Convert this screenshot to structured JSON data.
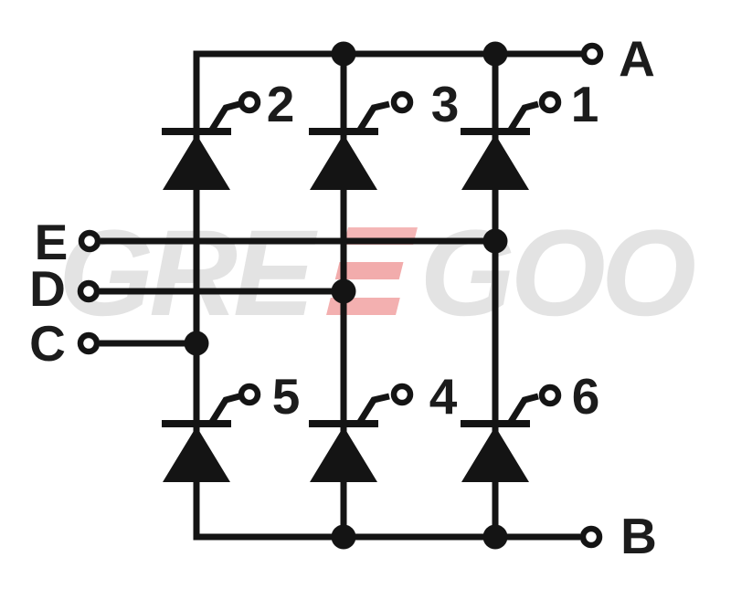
{
  "terminals": {
    "a": {
      "label": "A"
    },
    "b": {
      "label": "B"
    },
    "c": {
      "label": "C"
    },
    "d": {
      "label": "D"
    },
    "e": {
      "label": "E"
    }
  },
  "thyristors": [
    {
      "gate": "2",
      "position": "top-left"
    },
    {
      "gate": "3",
      "position": "top-middle"
    },
    {
      "gate": "1",
      "position": "top-right"
    },
    {
      "gate": "5",
      "position": "bottom-left"
    },
    {
      "gate": "4",
      "position": "bottom-middle"
    },
    {
      "gate": "6",
      "position": "bottom-right"
    }
  ],
  "watermark": {
    "brand": "GREEGOO",
    "prefix": "GRE",
    "accent_letter": "E",
    "suffix": "GOO"
  },
  "colors": {
    "line": "#141414",
    "label": "#1c1c1c",
    "watermark_gray": "#e3e3e3",
    "watermark_red": "#f3b0b0"
  }
}
